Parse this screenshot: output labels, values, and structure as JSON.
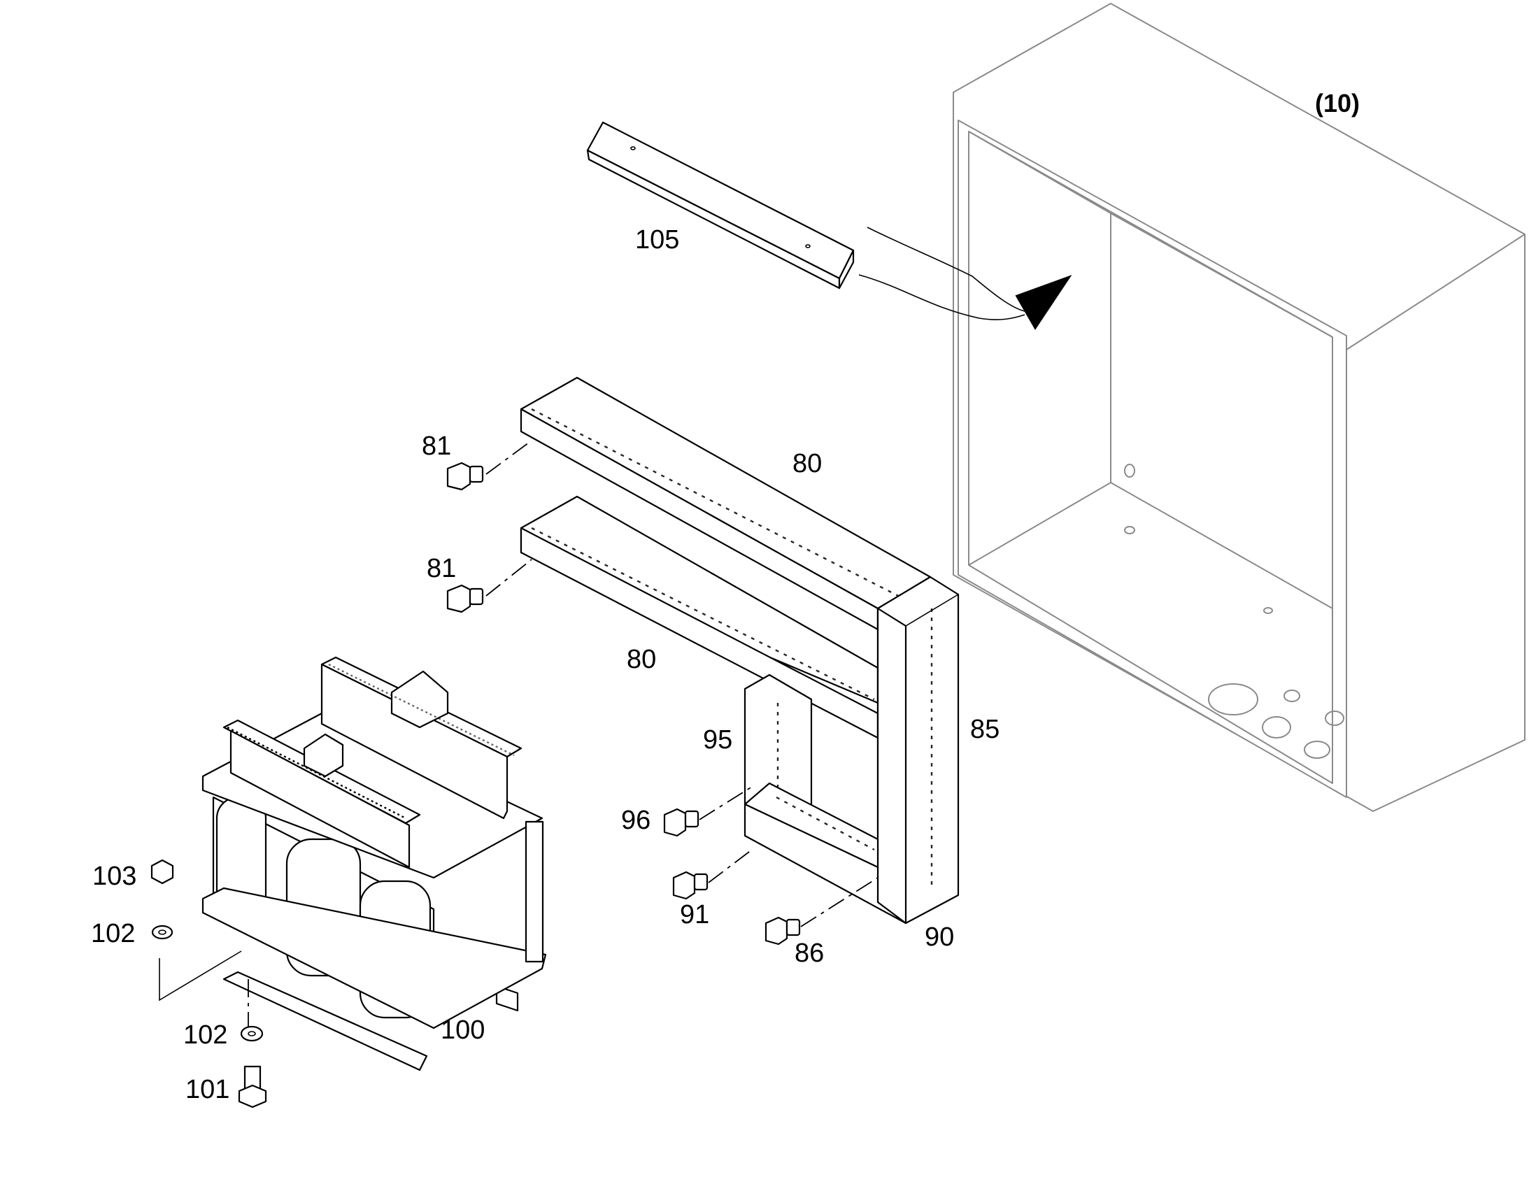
{
  "assembly_label": "(10)",
  "callouts": {
    "c105": "105",
    "c81a": "81",
    "c81b": "81",
    "c80a": "80",
    "c80b": "80",
    "c85": "85",
    "c95": "95",
    "c96": "96",
    "c91": "91",
    "c86": "86",
    "c90": "90",
    "c100": "100",
    "c103": "103",
    "c102a": "102",
    "c102b": "102",
    "c101": "101"
  }
}
